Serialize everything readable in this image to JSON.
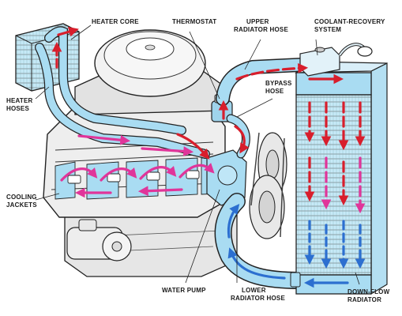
{
  "labels": {
    "heater_core": "HEATER CORE",
    "thermostat": "THERMOSTAT",
    "upper_hose_1": "UPPER",
    "upper_hose_2": "RADIATOR HOSE",
    "coolant_recovery_1": "COOLANT-RECOVERY",
    "coolant_recovery_2": "SYSTEM",
    "heater_hoses_1": "HEATER",
    "heater_hoses_2": "HOSES",
    "bypass_hose_1": "BYPASS",
    "bypass_hose_2": "HOSE",
    "cooling_jackets_1": "COOLING",
    "cooling_jackets_2": "JACKETS",
    "water_pump": "WATER PUMP",
    "lower_hose_1": "LOWER",
    "lower_hose_2": "RADIATOR HOSE",
    "downflow_1": "DOWN-FLOW",
    "downflow_2": "RADIATOR"
  },
  "colors": {
    "hot_flow": "#d81e2c",
    "warm_flow": "#e0359a",
    "cool_flow": "#2c6fd0",
    "hose_fill": "#a9dcf2",
    "radiator_fill": "#c6e9f7",
    "outline": "#222222"
  }
}
